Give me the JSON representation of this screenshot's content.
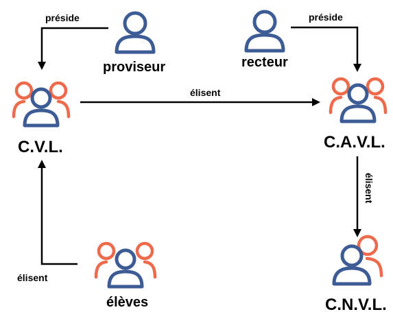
{
  "colors": {
    "blue": "#3d5c96",
    "orange": "#ee6a4a",
    "arrow": "#000000"
  },
  "nodes": {
    "proviseur": {
      "label": "proviseur",
      "icon": "person-icon"
    },
    "recteur": {
      "label": "recteur",
      "icon": "person-icon"
    },
    "cvl": {
      "label": "C.V.L.",
      "icon": "group-icon"
    },
    "cavl": {
      "label": "C.A.V.L.",
      "icon": "group-icon"
    },
    "cnvl": {
      "label": "C.N.V.L.",
      "icon": "person-pair-icon"
    },
    "eleves": {
      "label": "élèves",
      "icon": "group-icon"
    }
  },
  "edges": {
    "proviseur_cvl": "préside",
    "recteur_cavl": "préside",
    "cvl_cavl": "élisent",
    "cavl_cnvl": "élisent",
    "eleves_cvl": "élisent"
  }
}
